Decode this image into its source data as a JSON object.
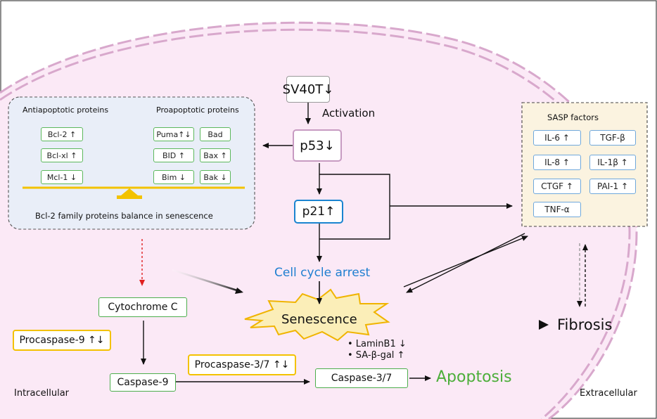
{
  "nodes": {
    "sv40t": "SV40T↓",
    "activation": "Activation",
    "p53": "p53↓",
    "p21": "p21↑",
    "cell_cycle_arrest": "Cell cycle arrest",
    "senescence": "Senescence",
    "senescence_markers": [
      "•  LaminB1 ↓",
      "•  SA-β-gal ↑"
    ],
    "fibrosis": "Fibrosis",
    "apoptosis": "Apoptosis",
    "cytochrome_c": "Cytochrome C",
    "procaspase9": "Procaspase-9 ↑↓",
    "caspase9": "Caspase-9",
    "procaspase37": "Procaspase-3/7 ↑↓",
    "caspase37": "Caspase-3/7"
  },
  "bcl2_panel": {
    "anti_title": "Antiapoptotic proteins",
    "pro_title": "Proapoptotic proteins",
    "anti": [
      "Bcl-2 ↑",
      "Bcl-xl ↑",
      "Mcl-1 ↓"
    ],
    "pro": [
      "Puma↑↓",
      "Bad",
      "BID ↑",
      "Bax ↑",
      "Bim ↓",
      "Bak ↓"
    ],
    "caption": "Bcl-2 family proteins balance in senescence"
  },
  "sasp_panel": {
    "title": "SASP factors",
    "items": [
      "IL-6 ↑",
      "TGF-β",
      "IL-8 ↑",
      "IL-1β ↑",
      "CTGF ↑",
      "PAI-1 ↑",
      "TNF-α"
    ]
  },
  "regions": {
    "intracellular": "Intracellular",
    "extracellular": "Extracellular"
  },
  "colors": {
    "cell_fill": "#fbe9f6",
    "membrane": "#d8a8cc",
    "green_border": "#5cb85c",
    "yellow_border": "#f3c200",
    "blue_border": "#1a84d0",
    "purple_border": "#c79bc2",
    "cell_cycle_text": "#1f7fd0",
    "apoptosis_text": "#4cae3a",
    "red_arrow": "#e02020",
    "balance": "#f3c200",
    "sasp_fill": "#fbf3e0"
  }
}
